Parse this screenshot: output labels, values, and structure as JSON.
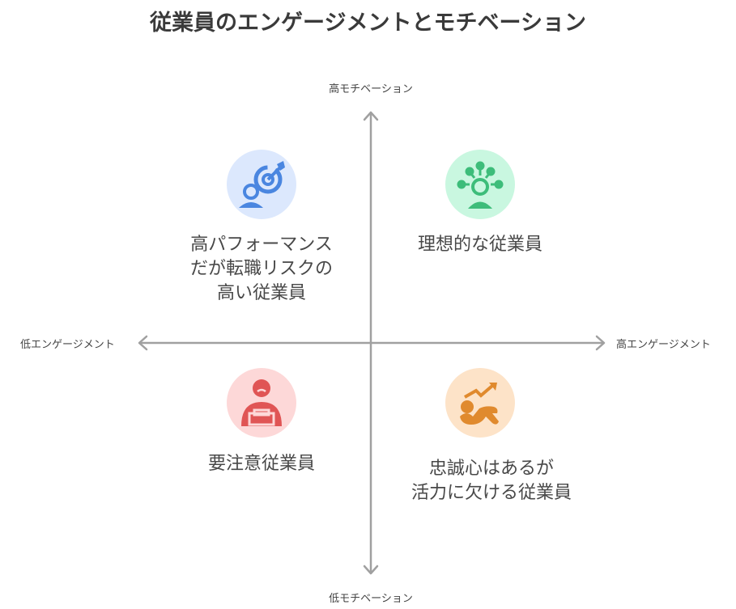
{
  "title": "従業員のエンゲージメントとモチベーション",
  "axes": {
    "top": "高モチベーション",
    "bottom": "低モチベーション",
    "left": "低エンゲージメント",
    "right": "高エンゲージメント"
  },
  "quadrants": {
    "top_left": {
      "lines": [
        "高パフォーマンス",
        "だが転職リスクの",
        "高い従業員"
      ],
      "icon": "person-target-icon",
      "color": "#4a86e0",
      "bg": "#dce8fd"
    },
    "top_right": {
      "lines": [
        "理想的な従業員"
      ],
      "icon": "person-ideas-icon",
      "color": "#3dbd7a",
      "bg": "#c9f7e0"
    },
    "bottom_left": {
      "lines": [
        "要注意従業員"
      ],
      "icon": "sad-person-icon",
      "color": "#e05555",
      "bg": "#fdd8d8"
    },
    "bottom_right": {
      "lines": [
        "忠誠心はあるが",
        "活力に欠ける従業員"
      ],
      "icon": "tired-person-chart-icon",
      "color": "#e08a2e",
      "bg": "#fde3c8"
    }
  }
}
